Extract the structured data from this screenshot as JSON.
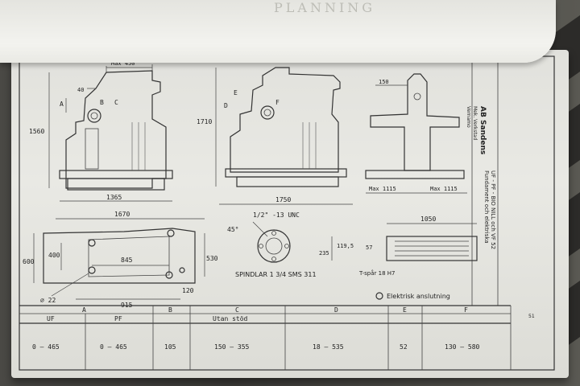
{
  "header_stamp": "PLANNING",
  "sidebar": {
    "company": "AB Sandens",
    "company_sub": "Mek. Verkstad",
    "city": "Vernamo",
    "title": "Fundament och elektriska",
    "models": "UF - PF - BIO NILL och VF 52"
  },
  "view1": {
    "max": "Max 450",
    "d40": "40",
    "A": "A",
    "B": "B",
    "C": "C",
    "h1560": "1560",
    "w1365": "1365",
    "w1670": "1670"
  },
  "view2": {
    "D": "D",
    "E": "E",
    "F": "F",
    "h1710": "1710",
    "w1750": "1750"
  },
  "view3": {
    "d150": "150",
    "max1": "Max 1115",
    "max2": "Max 1115"
  },
  "plan": {
    "d400": "400",
    "d600": "600",
    "d845": "845",
    "d530": "530",
    "d120": "120",
    "d915": "915",
    "hole": "22"
  },
  "spindle": {
    "angle": "45°",
    "thread": "1/2\" -13 UNC",
    "label": "SPINDLAR 1 3/4 SMS 311"
  },
  "tslot": {
    "d1050": "1050",
    "d119": "119,5",
    "d57": "57",
    "d235": "235",
    "label": "T-spår 18 H7"
  },
  "legend": {
    "electric": "Elektrisk anslutning"
  },
  "page_number": "51",
  "table": {
    "headers": [
      "A",
      "",
      "B",
      "C",
      "D",
      "E",
      "F"
    ],
    "subheaders": [
      "UF",
      "PF",
      "",
      "Utan stöd",
      "",
      "",
      ""
    ],
    "values": [
      "0 — 465",
      "0 — 465",
      "105",
      "150 — 355",
      "18 — 535",
      "52",
      "130 — 580"
    ]
  }
}
